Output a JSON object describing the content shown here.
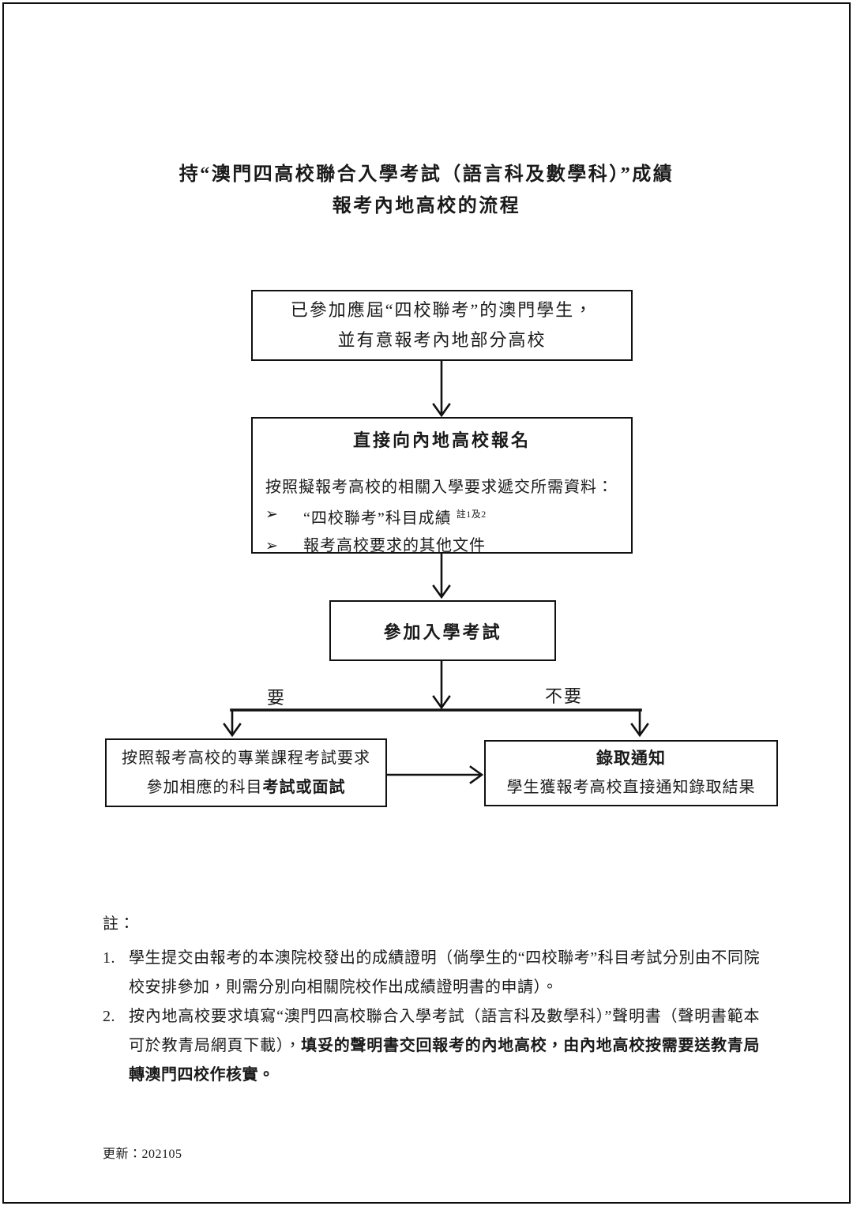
{
  "colors": {
    "ink": "#1a1a1a",
    "border": "#111111",
    "background": "#ffffff"
  },
  "doc": {
    "title_line1": "持“澳門四高校聯合入學考試（語言科及數學科）”成績",
    "title_line2": "報考內地高校的流程",
    "footer": "更新：202105"
  },
  "flow": {
    "box1": {
      "line1": "已參加應屆“四校聯考”的澳門學生，",
      "line2": "並有意報考內地部分高校"
    },
    "box2": {
      "title": "直接向內地高校報名",
      "intro": "按照擬報考高校的相關入學要求遞交所需資料：",
      "bullet": "➢",
      "item1": "“四校聯考”科目成績",
      "item1_sup": "註1及2",
      "item2": "報考高校要求的其他文件"
    },
    "box3": {
      "label": "參加入學考試"
    },
    "branch": {
      "yes": "要",
      "no": "不要"
    },
    "box4": {
      "line1": "按照報考高校的專業課程考試要求",
      "line2_normal": "參加相應的科目",
      "line2_bold": "考試或面試"
    },
    "box5": {
      "title": "錄取通知",
      "line2": "學生獲報考高校直接通知錄取結果"
    }
  },
  "notes": {
    "heading": "註：",
    "item1": {
      "num": "1.",
      "text": "學生提交由報考的本澳院校發出的成績證明（倘學生的“四校聯考”科目考試分別由不同院校安排參加，則需分別向相關院校作出成績證明書的申請）。"
    },
    "item2": {
      "num": "2.",
      "text_normal": "按內地高校要求填寫“澳門四高校聯合入學考試（語言科及數學科）”聲明書（聲明書範本可於教青局網頁下載），",
      "text_bold": "填妥的聲明書交回報考的內地高校，由內地高校按需要送教青局轉澳門四校作核實。"
    }
  }
}
